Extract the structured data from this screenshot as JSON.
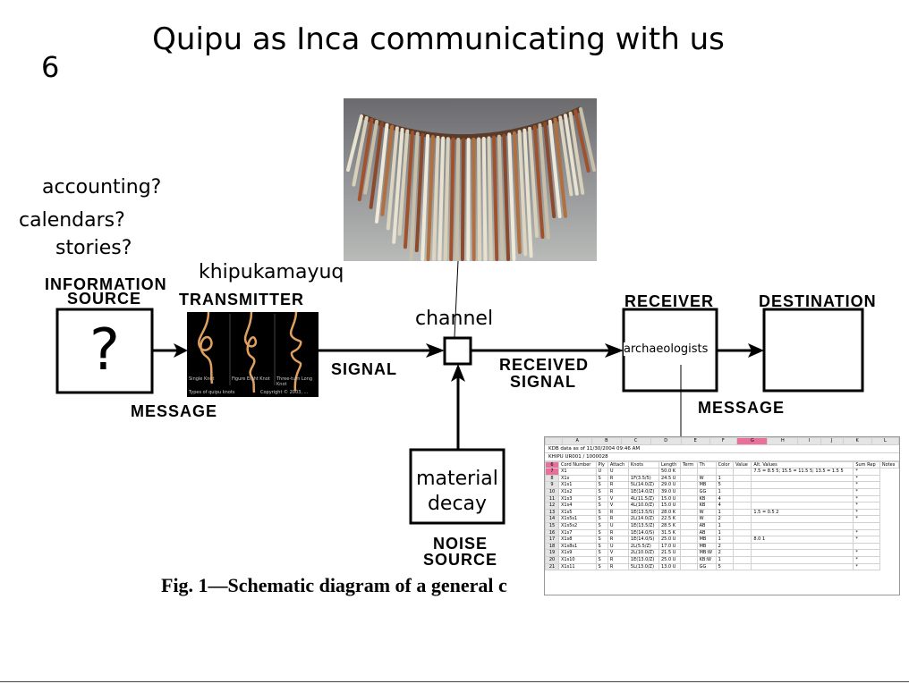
{
  "slide": {
    "title": "Quipu as Inca communicating with us",
    "number": "6",
    "notes": [
      "accounting?",
      "calendars?",
      "stories?"
    ],
    "khipukamayuq": "khipukamayuq",
    "channel": "channel",
    "archaeologists": "archaeologists",
    "material_decay": [
      "material",
      "decay"
    ]
  },
  "diagram": {
    "information_source": [
      "INFORMATION",
      "SOURCE"
    ],
    "transmitter": "TRANSMITTER",
    "receiver": "RECEIVER",
    "destination": "DESTINATION",
    "signal": "SIGNAL",
    "received_signal": [
      "RECEIVED",
      "SIGNAL"
    ],
    "message_left": "MESSAGE",
    "message_right": "MESSAGE",
    "noise_source": [
      "NOISE",
      "SOURCE"
    ],
    "question": "?",
    "caption": "Fig. 1—Schematic diagram of a general c"
  },
  "knots_image": {
    "captions": [
      "Single Knot",
      "Figure Eight Knot",
      "Three-turn Long Knot"
    ],
    "footer_left": "Types of quipu knots",
    "footer_right": "Copyright © 2003, ..."
  },
  "spreadsheet": {
    "columns": [
      "",
      "A",
      "B",
      "C",
      "D",
      "E",
      "F",
      "G",
      "H",
      "I",
      "J",
      "K",
      "L"
    ],
    "title_line": "KDB data as of 11/30/2004 09:46 AM",
    "khipu_line": "KHIPU UR001 / 1000028",
    "header": [
      "Cord Number",
      "Ply",
      "Attach",
      "Knots",
      "Length",
      "Term",
      "Th",
      "Color",
      "Value",
      "Alt. Values",
      "Sum Rep",
      "Notes"
    ],
    "rows": [
      [
        "7",
        "X1",
        "U",
        "U",
        "",
        "50.0 K",
        "",
        "",
        "",
        "",
        "7.5 = 8.5 5; 15.5 = 11.5 5; 13.5 = 1.5 5",
        "*"
      ],
      [
        "8",
        "X1s",
        "S",
        "R",
        "1F(3.5/5)",
        "24.5 U",
        "",
        "W",
        "1",
        "",
        "",
        "*"
      ],
      [
        "9",
        "X1s1",
        "S",
        "R",
        "5L(14.0/Z)",
        "29.0 U",
        "",
        "MB",
        "5",
        "",
        "",
        "*"
      ],
      [
        "10",
        "X1s2",
        "S",
        "R",
        "1E(14.0/Z)",
        "39.0 U",
        "",
        "GG",
        "1",
        "",
        "",
        "*"
      ],
      [
        "11",
        "X1s3",
        "S",
        "V",
        "4L(11.5/Z)",
        "15.0 U",
        "",
        "KB",
        "4",
        "",
        "",
        "*"
      ],
      [
        "12",
        "X1s4",
        "S",
        "V",
        "4L(10.0/Z)",
        "15.0 U",
        "",
        "KB",
        "4",
        "",
        "",
        "*"
      ],
      [
        "13",
        "X1s5",
        "S",
        "R",
        "1E(13.5/S)",
        "28.0 K",
        "",
        "W",
        "1",
        "",
        "1.5 = 0.5 2",
        "*"
      ],
      [
        "14",
        "X1s5s1",
        "S",
        "R",
        "2L(14.0/Z)",
        "22.5 K",
        "",
        "W",
        "2",
        "",
        "",
        "*"
      ],
      [
        "15",
        "X1s5s2",
        "S",
        "U",
        "1E(13.5/Z)",
        "28.5 K",
        "",
        "AB",
        "1",
        "",
        "",
        ""
      ],
      [
        "16",
        "X1s7",
        "S",
        "R",
        "1E(14.0/S)",
        "31.5 K",
        "",
        "AB",
        "1",
        "",
        "",
        "*"
      ],
      [
        "17",
        "X1s8",
        "S",
        "R",
        "1E(14.0/S)",
        "25.0 U",
        "",
        "MB",
        "1",
        "",
        "8.0 1",
        "*"
      ],
      [
        "18",
        "X1s8s1",
        "S",
        "U",
        "2L(5.5/Z)",
        "17.0 U",
        "",
        "MB",
        "2",
        "",
        "",
        ""
      ],
      [
        "19",
        "X1s9",
        "S",
        "V",
        "2L(10.0/Z)",
        "21.5 U",
        "",
        "MB:W",
        "2",
        "",
        "",
        "*"
      ],
      [
        "20",
        "X1s10",
        "S",
        "R",
        "1E(13.0/Z)",
        "25.0 U",
        "",
        "KB:W",
        "1",
        "",
        "",
        "*"
      ],
      [
        "21",
        "X1s11",
        "S",
        "R",
        "5L(13.0/Z)",
        "13.0 U",
        "",
        "GG",
        "5",
        "",
        "",
        "*"
      ]
    ]
  }
}
